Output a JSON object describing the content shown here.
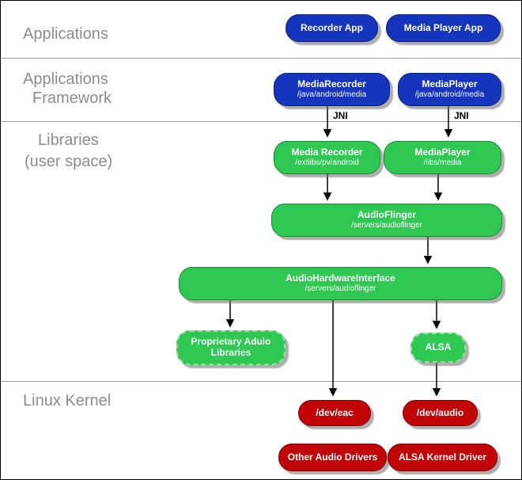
{
  "layers": {
    "applications": "Applications",
    "framework_line1": "Applications",
    "framework_line2": "Framework",
    "libraries_line1": "Libraries",
    "libraries_line2": "(user space)",
    "kernel": "Linux Kernel"
  },
  "nodes": {
    "recorder_app": {
      "title": "Recorder App"
    },
    "media_player_app": {
      "title": "Media Player App"
    },
    "mediarecorder_fw": {
      "title": "MediaRecorder",
      "subtitle": "/java/android/media"
    },
    "mediaplayer_fw": {
      "title": "MediaPlayer",
      "subtitle": "/java/android/media"
    },
    "media_recorder_lib": {
      "title": "Media Recorder",
      "subtitle": "/extlibs/pv/android"
    },
    "mediaplayer_lib": {
      "title": "MediaPlayer",
      "subtitle": "/libs/media"
    },
    "audioflinger": {
      "title": "AudioFlinger",
      "subtitle": "/servers/audioflinger"
    },
    "audio_hardware_interface": {
      "title": "AudioHardwareInterface",
      "subtitle": "/servers/audioflinger"
    },
    "proprietary_audio_libraries": {
      "title_line1": "Proprietary Aduio",
      "title_line2": "Libraries"
    },
    "alsa": {
      "title": "ALSA"
    },
    "dev_eac": {
      "title": "/dev/eac"
    },
    "dev_audio": {
      "title": "/dev/audio"
    },
    "other_audio_drivers": {
      "title": "Other Audio Drivers"
    },
    "alsa_kernel_driver": {
      "title": "ALSA Kernel Driver"
    }
  },
  "labels": {
    "jni_left": "JNI",
    "jni_right": "JNI"
  },
  "colors": {
    "app_blue": "#1535bd",
    "lib_green": "#2ec852",
    "kernel_red": "#c00408",
    "layer_label_gray": "#8c8c8c",
    "divider_gray": "#9a9a9a",
    "node_text": "#ffffff",
    "arrow_black": "#000000"
  }
}
